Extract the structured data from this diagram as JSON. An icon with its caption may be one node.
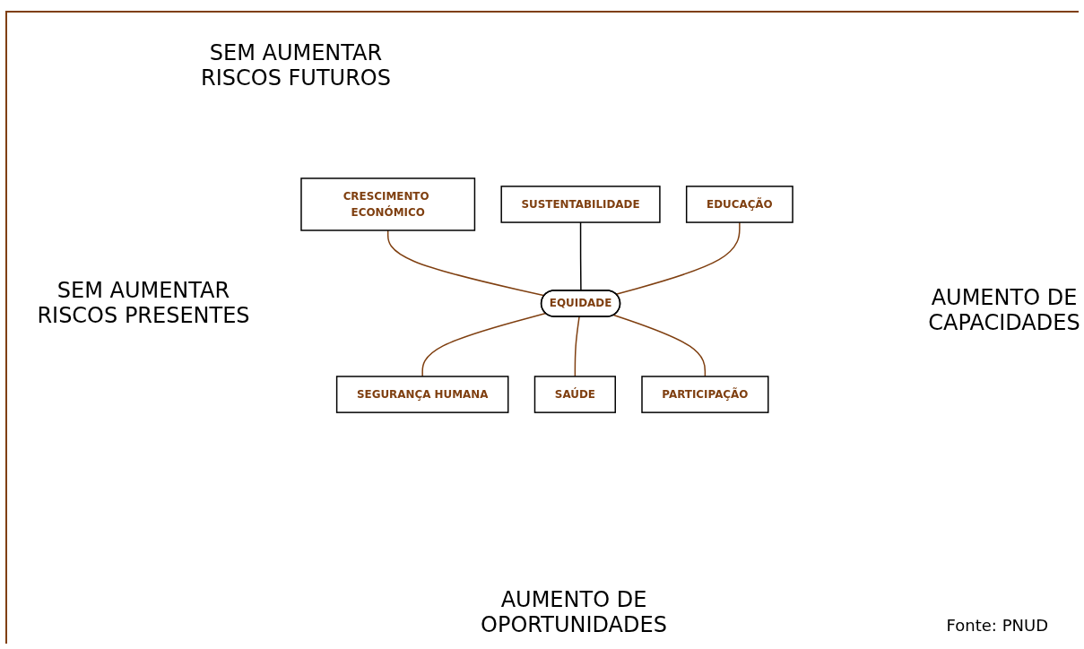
{
  "diagram": {
    "caption": "Fonte: PNUD",
    "nodes": [
      {
        "text": [
          "CRESCIMENTO ECONÓMICO"
        ]
      },
      {
        "text": [
          "SUSTENTABILIDADE"
        ]
      },
      {
        "text": [
          "EDUCAÇÃO"
        ]
      },
      {
        "text": [
          "EQUIDADE"
        ]
      },
      {
        "text": [
          "SEGURANÇA HUMANA"
        ]
      },
      {
        "text": [
          "SAÚDE"
        ]
      },
      {
        "text": [
          "PARTICIPAÇÃO"
        ]
      }
    ],
    "edges": [
      {
        "from": 0,
        "to": 3,
        "arrow": "none"
      },
      {
        "from": 1,
        "to": 3,
        "arrow": "none",
        "color": "#000000"
      },
      {
        "from": 2,
        "to": 3,
        "arrow": "none"
      },
      {
        "from": 3,
        "to": 4,
        "arrow": "none"
      },
      {
        "from": 3,
        "to": 5,
        "arrow": "none"
      },
      {
        "from": 3,
        "to": 6,
        "arrow": "none"
      }
    ],
    "labels": [
      "SEM AUMENTAR RISCOS FUTUROS",
      "SEM AUMENTAR RISCOS PRESENTES",
      "AUMENTO DE CAPACIDADES",
      "AUMENTO DE OPORTUNIDADES"
    ]
  }
}
